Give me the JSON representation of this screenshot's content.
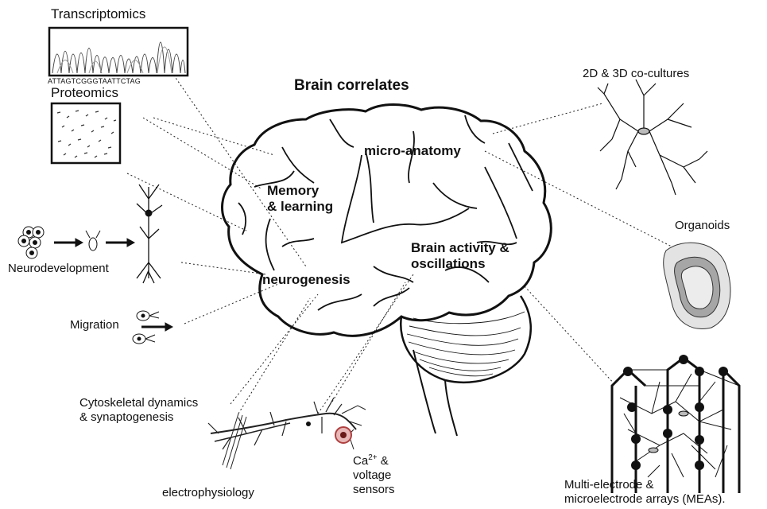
{
  "figure": {
    "title": "Brain correlates",
    "regions": {
      "memory": "Memory\n& learning",
      "micro_anatomy": "micro-anatomy",
      "activity": "Brain activity &\noscillations",
      "neurogenesis": "neurogenesis"
    },
    "left_labels": {
      "transcriptomics": "Transcriptomics",
      "sequence": "ATTAGTCGGGTAATTCTAG",
      "proteomics": "Proteomics",
      "neurodevelopment": "Neurodevelopment",
      "migration": "Migration",
      "cytoskeletal": "Cytoskeletal dynamics\n& synaptogenesis",
      "electrophysiology": "electrophysiology"
    },
    "bottom_labels": {
      "ca_prefix": "Ca",
      "ca_sup": "2+",
      "ca_rest": " &\nvoltage\nsensors"
    },
    "right_labels": {
      "cocultures": "2D & 3D co-cultures",
      "organoids": "Organoids",
      "mea": "Multi-electrode &\nmicroelectrode arrays (MEAs)."
    }
  }
}
